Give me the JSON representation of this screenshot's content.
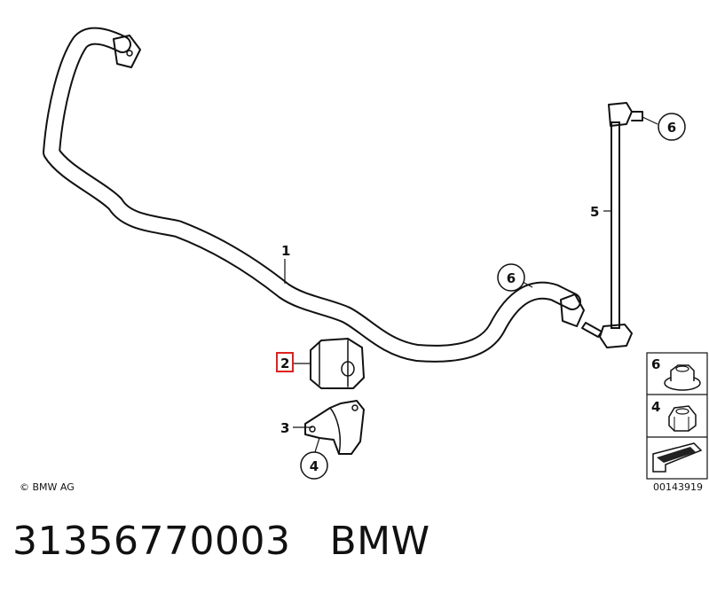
{
  "diagram": {
    "copyright": "© BMW AG",
    "image_number": "00143919",
    "callouts": {
      "c1": "1",
      "c2": "2",
      "c3": "3",
      "c4": "4",
      "c5": "5",
      "c6_top": "6",
      "c6_mid": "6"
    },
    "legend": {
      "item_6": "6",
      "item_4": "4"
    },
    "highlight_color": "#e02020"
  },
  "caption": {
    "part_number": "31356770003",
    "brand": "BMW"
  }
}
